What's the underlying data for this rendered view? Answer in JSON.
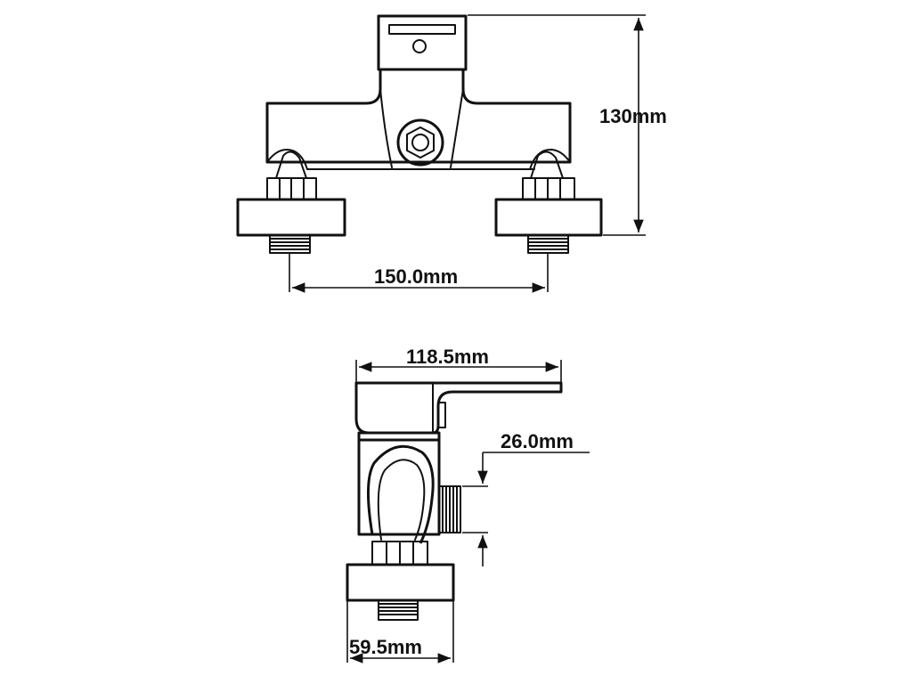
{
  "front_view": {
    "height_label": "130mm",
    "width_label": "150.0mm"
  },
  "side_view": {
    "length_label": "118.5mm",
    "offset_label": "26.0mm",
    "base_label": "59.5mm"
  }
}
